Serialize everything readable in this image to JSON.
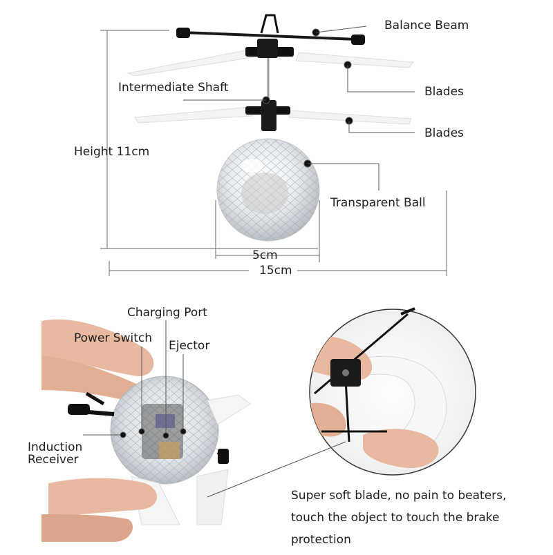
{
  "labels": {
    "balance_beam": "Balance Beam",
    "blades_top": "Blades",
    "intermediate_shaft": "Intermediate Shaft",
    "blades_bottom": "Blades",
    "height": "Height 11cm",
    "transparent_ball": "Transparent Ball",
    "ball_width": "5cm",
    "total_width": "15cm",
    "charging_port": "Charging Port",
    "power_switch": "Power Switch",
    "ejector": "Ejector",
    "induction_receiver_line1": "Induction",
    "induction_receiver_line2": "Receiver"
  },
  "note": {
    "line1": "Super soft blade, no pain to beaters,",
    "line2": "touch the object to touch the brake",
    "line3": "protection"
  },
  "colors": {
    "line": "#555555",
    "dot": "#111111",
    "skin": "#e8b9a0",
    "blade": "#f2f2f2",
    "frame": "#1a1a1a"
  }
}
